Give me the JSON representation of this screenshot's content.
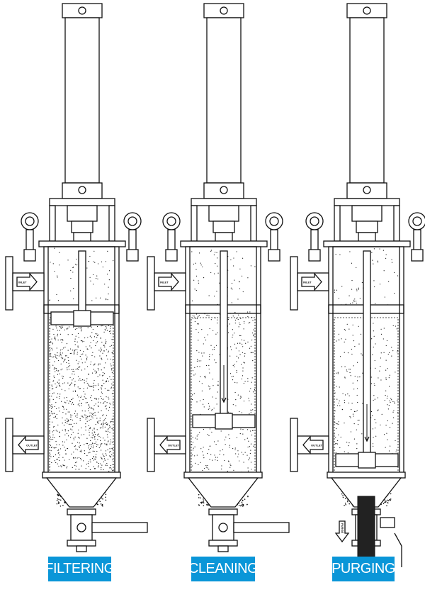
{
  "panels": [
    {
      "label": "FILTERING",
      "piston_state": "raised",
      "inlet_label": "INLET",
      "outlet_label": "OUTLET"
    },
    {
      "label": "CLEANING",
      "piston_state": "lowered",
      "inlet_label": "INLET",
      "outlet_label": "OUTLET"
    },
    {
      "label": "PURGING",
      "piston_state": "bottom",
      "inlet_label": "INLET",
      "outlet_label": "OUTLET",
      "purge_label": "PURGE"
    }
  ],
  "colors": {
    "label_bg": "#0a96d8",
    "label_text": "#ffffff",
    "line": "#111111"
  }
}
